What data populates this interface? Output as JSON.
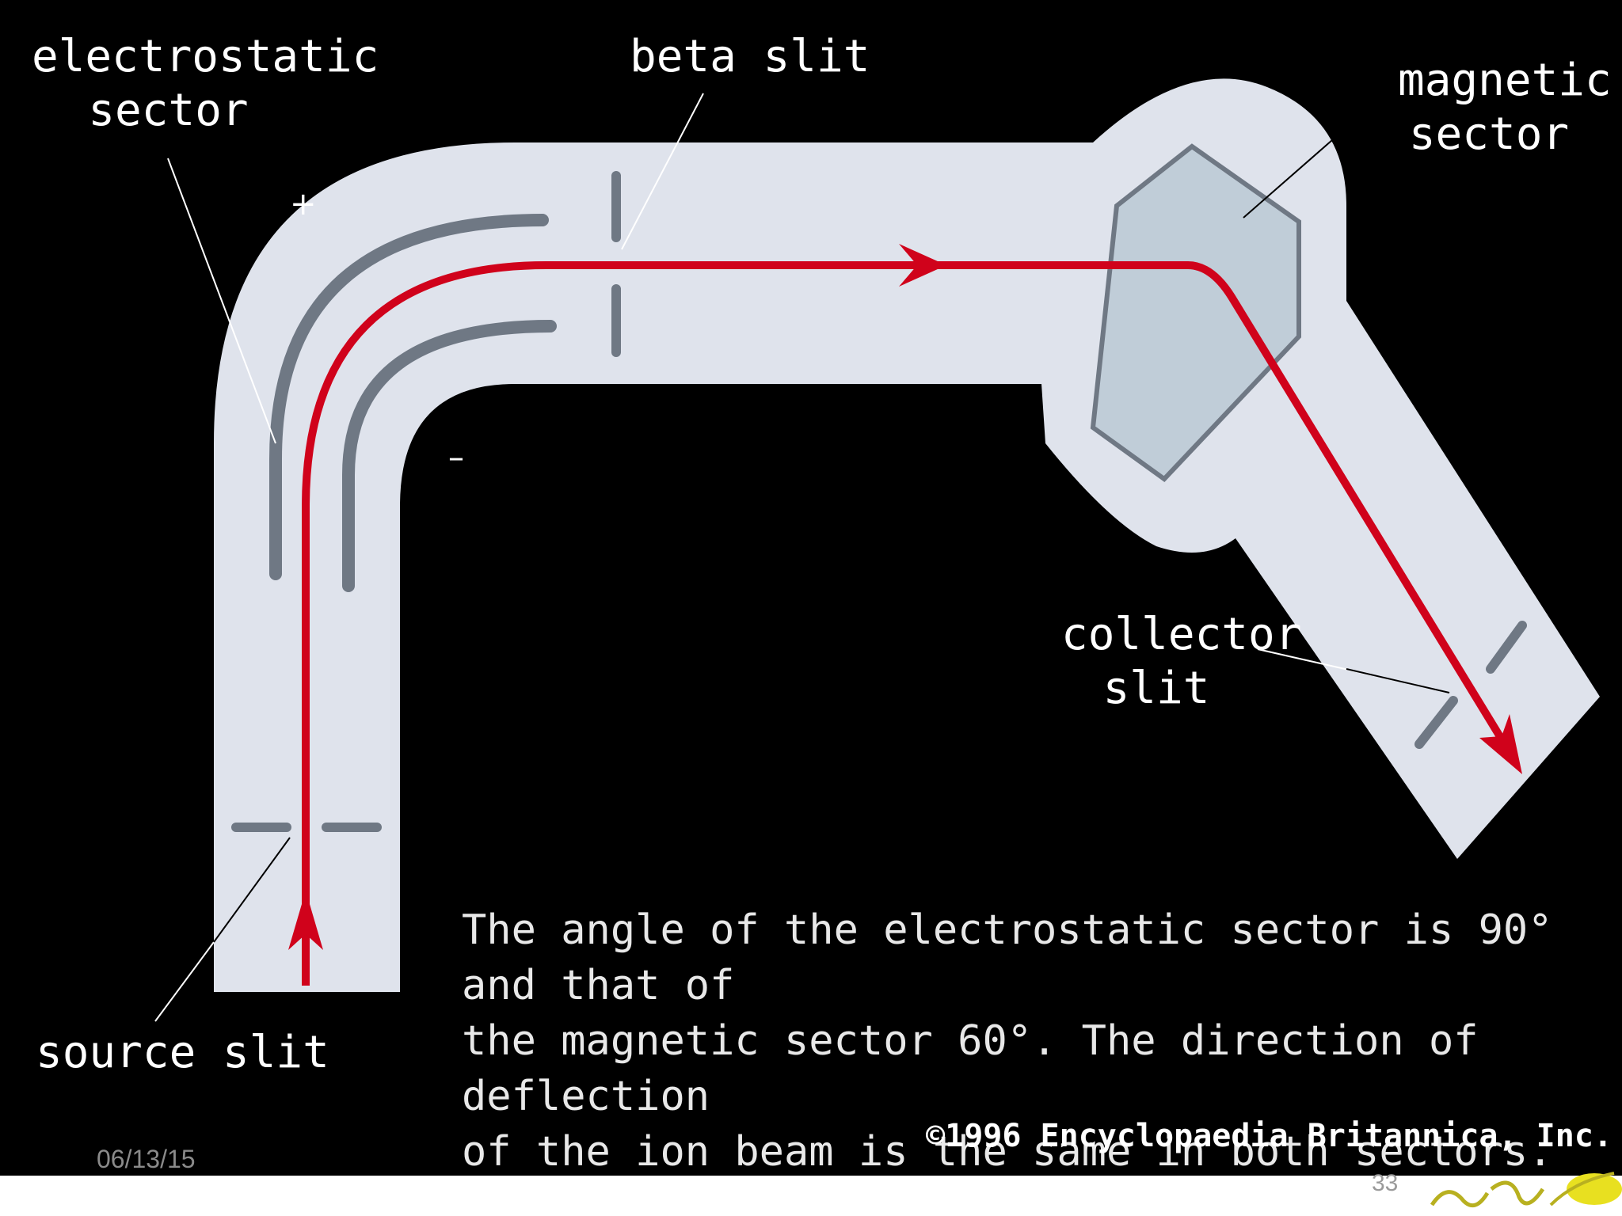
{
  "labels": {
    "electrostatic_sector": "electrostatic\nsector",
    "beta_slit": "beta slit",
    "magnetic_sector": "magnetic\nsector",
    "collector_slit": "collector\nslit",
    "source_slit": "source slit",
    "plus": "+",
    "minus": "–"
  },
  "caption": "The angle of the electrostatic sector is 90° and that of\nthe magnetic sector 60°.  The direction of deflection\nof the ion beam is the same in both sectors.",
  "copyright": "©1996 Encyclopaedia Britannica, Inc.",
  "footer": {
    "date": "06/13/15",
    "page_number": "33"
  },
  "colors": {
    "tube": "#dfe3ec",
    "plate": "#6f7884",
    "beam": "#d0021b",
    "magnet": "#c0cdd8"
  }
}
